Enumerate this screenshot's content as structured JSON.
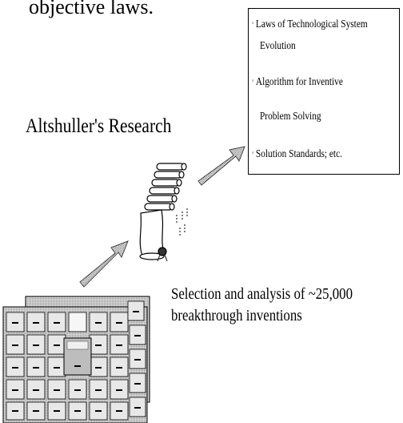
{
  "heading_fragment": "objective laws.",
  "research_title": "Altshuller's Research",
  "results": [
    {
      "bullet": "◦",
      "lines": [
        "Laws of Technological System",
        "Evolution"
      ]
    },
    {
      "bullet": "◦",
      "lines": [
        "Algorithm for Inventive",
        "Problem Solving"
      ]
    },
    {
      "bullet": "◦",
      "lines": [
        "Solution Standards; etc."
      ]
    }
  ],
  "caption": {
    "line1": "Selection and analysis of ~25,000",
    "line2": "breakthrough inventions"
  },
  "icons": [
    "patent-archive-cabinet-icon",
    "scrolls-stack-icon",
    "arrow-up-right-icon",
    "arrow-up-right-icon"
  ]
}
